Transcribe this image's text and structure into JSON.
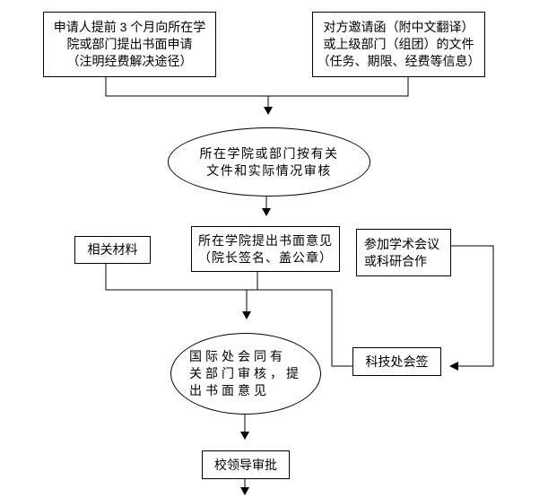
{
  "diagram": {
    "type": "flowchart",
    "nodes": {
      "applicant": {
        "shape": "rect",
        "text": "申请人提前 3 个月向所在学\n院或部门提出书面申请\n（注明经费解决途径）"
      },
      "invitation": {
        "shape": "rect",
        "text": "对方邀请函（附中文翻译）\n或上级部门（组团）的文件\n（任务、期限、经费等信息）"
      },
      "college_review": {
        "shape": "ellipse",
        "text": "所在学院或部门按有关\n文件和实际情况审核"
      },
      "college_opinion": {
        "shape": "rect",
        "text": "所在学院提出书面意见\n（院长签名、盖公章）"
      },
      "materials": {
        "shape": "rect",
        "text": "相关材料"
      },
      "purpose": {
        "shape": "rect",
        "text": "参加学术会议\n或科研合作"
      },
      "intl_office_review": {
        "shape": "ellipse",
        "text": "国际处会同有\n关部门审核，提\n出书面意见"
      },
      "scitech_countersign": {
        "shape": "rect",
        "text": "科技处会签"
      },
      "leader_approval": {
        "shape": "rect",
        "text": "校领导审批"
      }
    },
    "edges": [
      "applicant -> college_review",
      "invitation -> college_review",
      "college_review -> college_opinion",
      "college_opinion -> intl_office_review",
      "materials -> intl_office_review",
      "purpose -> scitech_countersign",
      "scitech_countersign - intl_office_review",
      "intl_office_review -> leader_approval",
      "leader_approval -> (next)"
    ],
    "colors": {
      "line": "#000000",
      "background": "#ffffff",
      "border": "#000000",
      "text": "#000000"
    }
  }
}
